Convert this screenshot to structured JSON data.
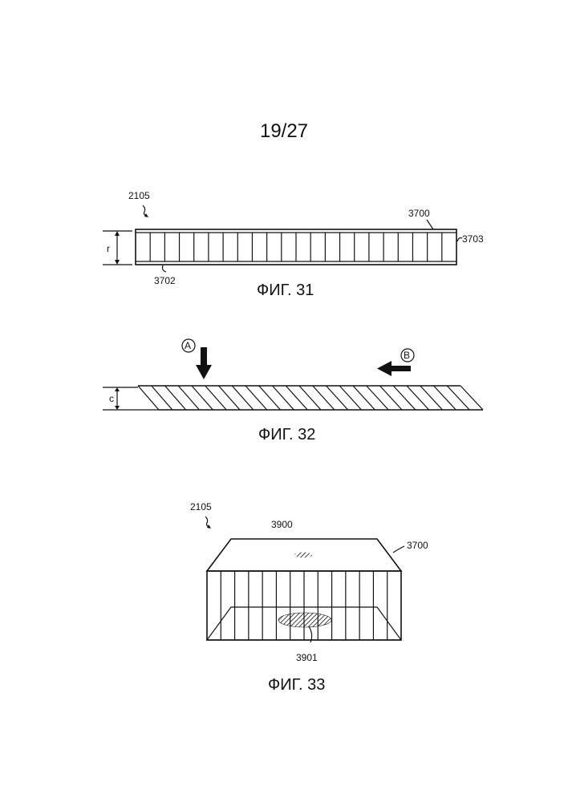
{
  "page": {
    "number": "19/27"
  },
  "fig31": {
    "caption": "ФИГ. 31",
    "refs": {
      "assembly": "2105",
      "panel": "3700",
      "edge": "3703",
      "cell": "3702",
      "dim": "r"
    }
  },
  "fig32": {
    "caption": "ФИГ. 32",
    "refs": {
      "arrow_a": "A",
      "arrow_b": "B",
      "dim": "c"
    }
  },
  "fig33": {
    "caption": "ФИГ. 33",
    "refs": {
      "assembly": "2105",
      "spot_top": "3900",
      "panel": "3700",
      "spot_bottom": "3901"
    }
  }
}
